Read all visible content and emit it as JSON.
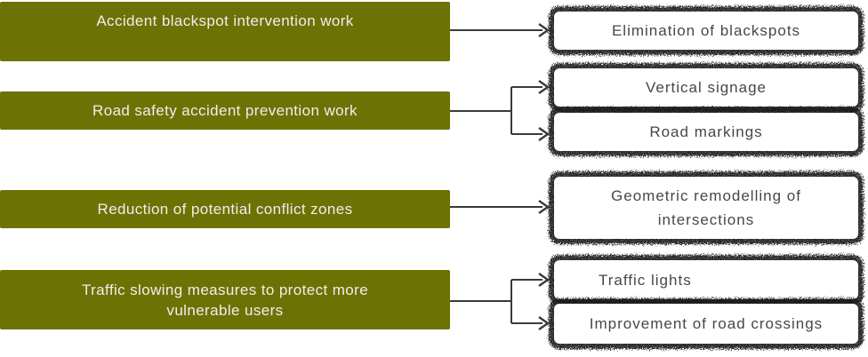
{
  "diagram": {
    "colors": {
      "source-fill": "#6d7205",
      "source-text": "#efefec",
      "target-fill": "#ffffff",
      "target-text": "#474747",
      "connector": "#3a3a3a",
      "sketch-border": "#232323"
    },
    "rows": [
      {
        "source": "Accident blackspot intervention work",
        "targets": [
          "Elimination of blackspots"
        ]
      },
      {
        "source": "Road safety accident prevention work",
        "targets": [
          "Vertical signage",
          "Road markings"
        ]
      },
      {
        "source": "Reduction of potential conflict zones",
        "targets": [
          "Geometric remodelling of\nintersections"
        ]
      },
      {
        "source": "Traffic slowing measures to protect more\nvulnerable users",
        "targets": [
          "Traffic lights",
          "Improvement of road crossings"
        ]
      }
    ]
  }
}
